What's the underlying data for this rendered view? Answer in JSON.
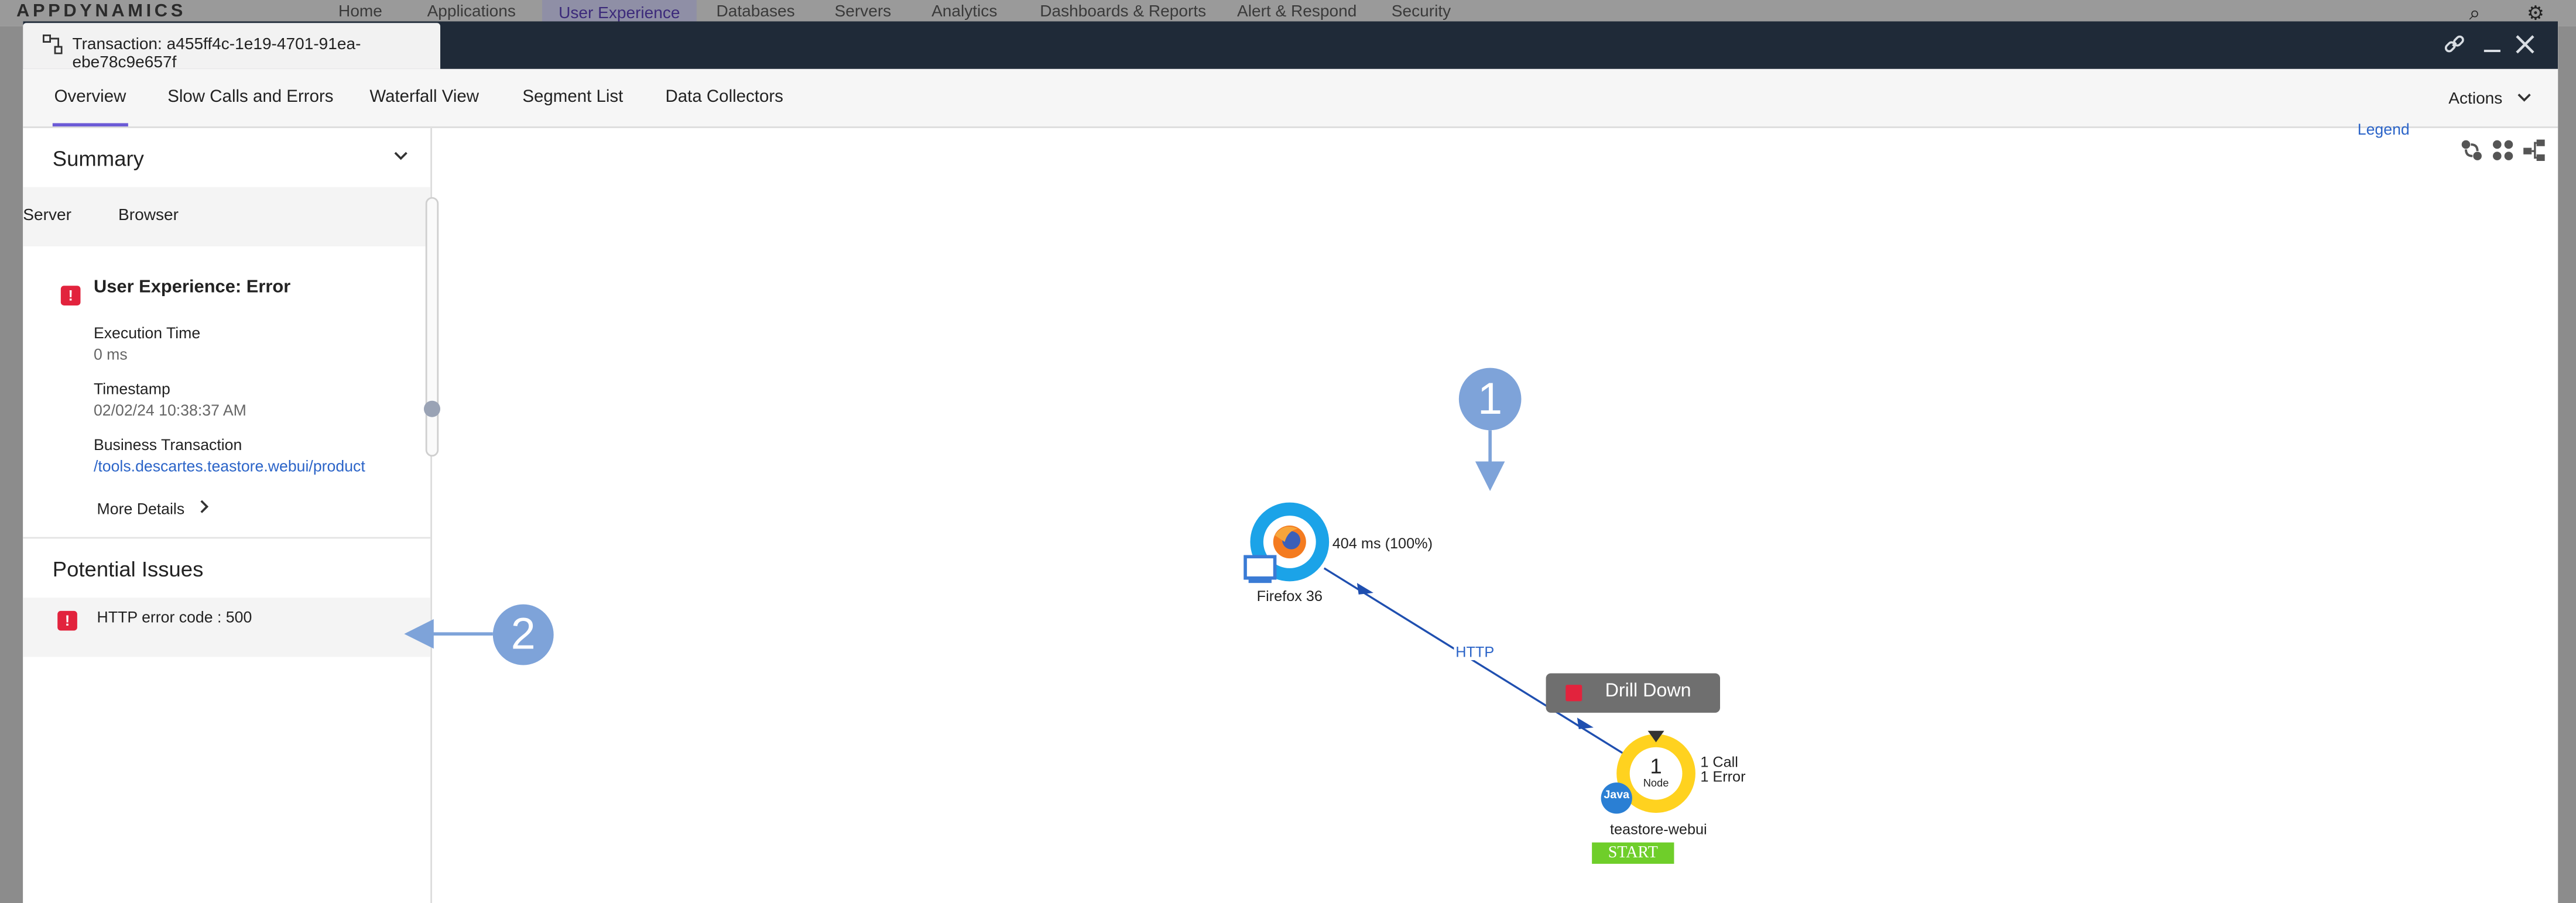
{
  "app": {
    "logo": "APPDYNAMICS",
    "nav": [
      "Home",
      "Applications",
      "User Experience",
      "Databases",
      "Servers",
      "Analytics",
      "Dashboards & Reports",
      "Alert & Respond",
      "Security"
    ],
    "active_nav": "User Experience"
  },
  "modal": {
    "title": "Transaction: a455ff4c-1e19-4701-91ea-ebe78c9e657f",
    "tabs": [
      "Overview",
      "Slow Calls and Errors",
      "Waterfall View",
      "Segment List",
      "Data Collectors"
    ],
    "active_tab": "Overview",
    "actions_label": "Actions"
  },
  "summary": {
    "title": "Summary",
    "subtabs": [
      "Server",
      "Browser"
    ],
    "heading": "User Experience: Error",
    "fields": [
      {
        "label": "Execution Time",
        "value": "0 ms"
      },
      {
        "label": "Timestamp",
        "value": "02/02/24 10:38:37 AM"
      },
      {
        "label": "Business Transaction",
        "value": "/tools.descartes.teastore.webui/product"
      }
    ],
    "more_details": "More Details"
  },
  "issues": {
    "title": "Potential Issues",
    "items": [
      "HTTP error code : 500"
    ]
  },
  "flowmap": {
    "legend_label": "Legend",
    "browser_node": {
      "label": "Firefox 36",
      "timing": "404 ms (100%)"
    },
    "edge_label": "HTTP",
    "tier_node": {
      "count": "1",
      "unit": "Node",
      "calls": "1 Call",
      "errors": "1 Error",
      "label": "teastore-webui",
      "lang": "Java",
      "start": "START"
    },
    "drilldown_label": "Drill Down"
  },
  "callouts": [
    "1",
    "2"
  ],
  "colors": {
    "error": "#e2233d",
    "accent": "#6b5bd6",
    "link": "#2b64c8",
    "titlebar": "#1f2a38",
    "browser_ring": "#1ba3e8",
    "tier_ring": "#ffd21f",
    "start": "#6fce2a",
    "callout": "#7ea3d9"
  }
}
